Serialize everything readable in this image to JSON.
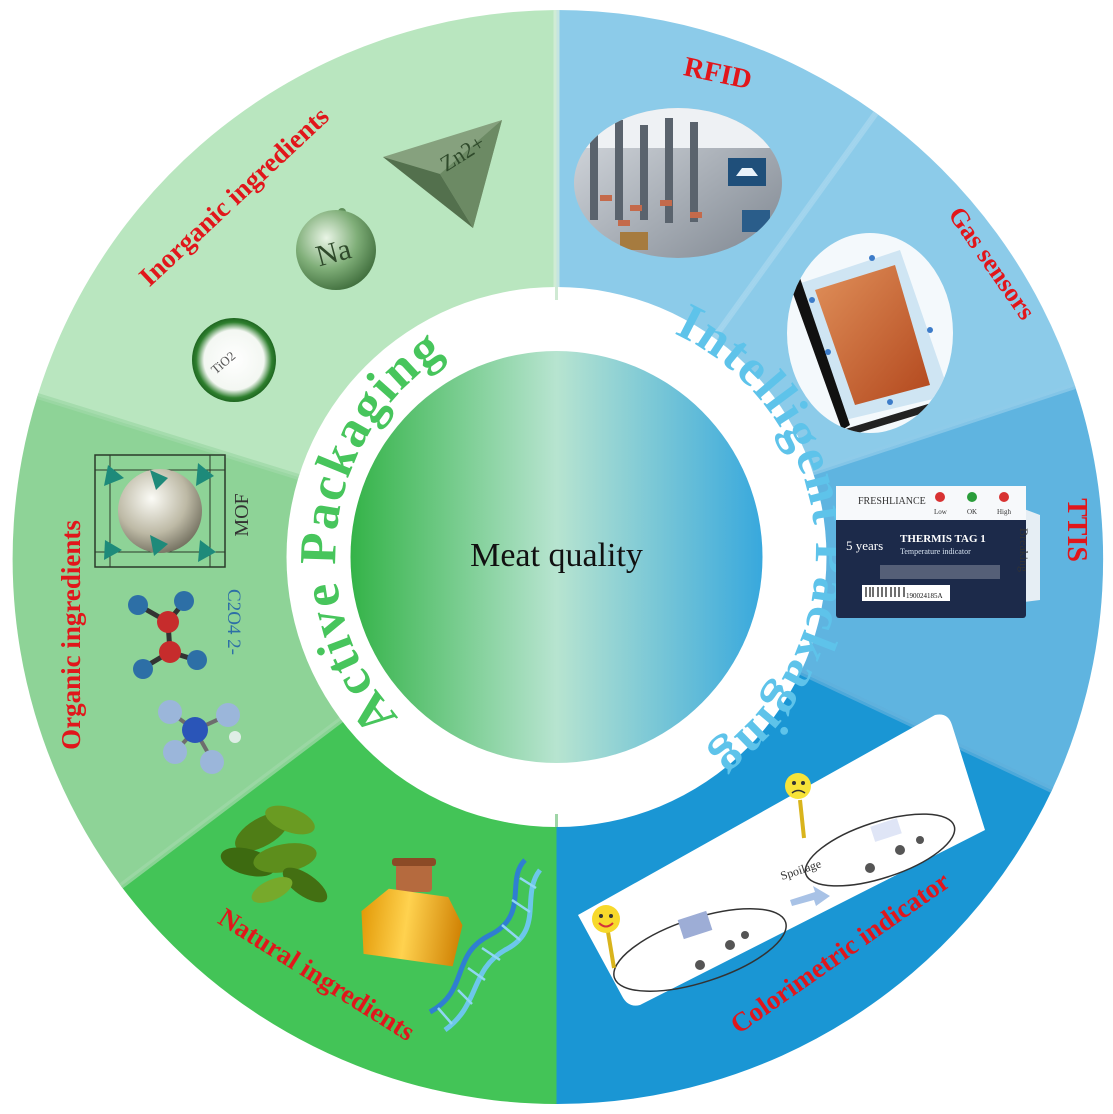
{
  "center": {
    "label": "Meat quality"
  },
  "ring": {
    "left_label": "Active Packaging",
    "right_label": "Intelligent Packaging"
  },
  "segments": {
    "inorganic": {
      "label": "Inorganic ingredients",
      "items": [
        "TiO2",
        "Na",
        "Zn2+"
      ]
    },
    "organic": {
      "label": "Organic ingredients",
      "items": [
        "MOF",
        "C2O4 2-"
      ]
    },
    "natural": {
      "label": "Natural ingredients"
    },
    "rfid": {
      "label": "RFID"
    },
    "gas": {
      "label": "Gas sensors"
    },
    "ttis": {
      "label": "TTIS"
    },
    "colorimetric": {
      "label": "Colorimetric indicator",
      "arrow_label": "Spoilage"
    }
  },
  "tag": {
    "brand": "FRESHLIANCE",
    "title": "THERMIS TAG 1",
    "subtitle": "Temperature indicator",
    "years": "5 years",
    "breaking": "Breaking",
    "low": "Low",
    "ok": "OK",
    "high": "High",
    "barcode": "190024185A"
  },
  "colors": {
    "green_light": "#b9e6bf",
    "green_mid": "#8ed397",
    "green_dark": "#43c457",
    "blue_light": "#8ccbe9",
    "blue_mid": "#5fb4e0",
    "blue_dark": "#1a96d4",
    "label_red": "#e1161b",
    "ring_green": "#47c55c",
    "ring_blue": "#5ec3ea"
  }
}
